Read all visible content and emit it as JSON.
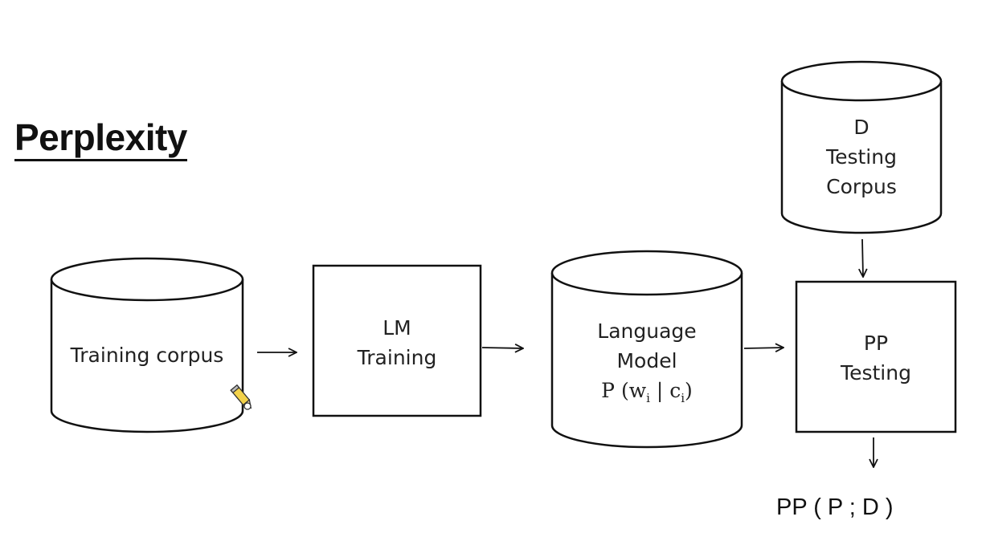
{
  "title": "Perplexity",
  "nodes": {
    "training_corpus": {
      "label": "Training corpus"
    },
    "lm_training": {
      "lines": [
        "LM",
        "Training"
      ]
    },
    "language_model": {
      "lines": [
        "Language",
        "Model"
      ],
      "formula": {
        "prefix": "P (w",
        "sub1": "i",
        "mid": " | c",
        "sub2": "i",
        "suffix": ")"
      }
    },
    "testing_corpus": {
      "lines": [
        "D",
        "Testing",
        "Corpus"
      ]
    },
    "pp_testing": {
      "lines": [
        "PP",
        "Testing"
      ]
    }
  },
  "result": "PP ( P ; D )",
  "icons": {
    "pencil": "pencil-icon"
  }
}
